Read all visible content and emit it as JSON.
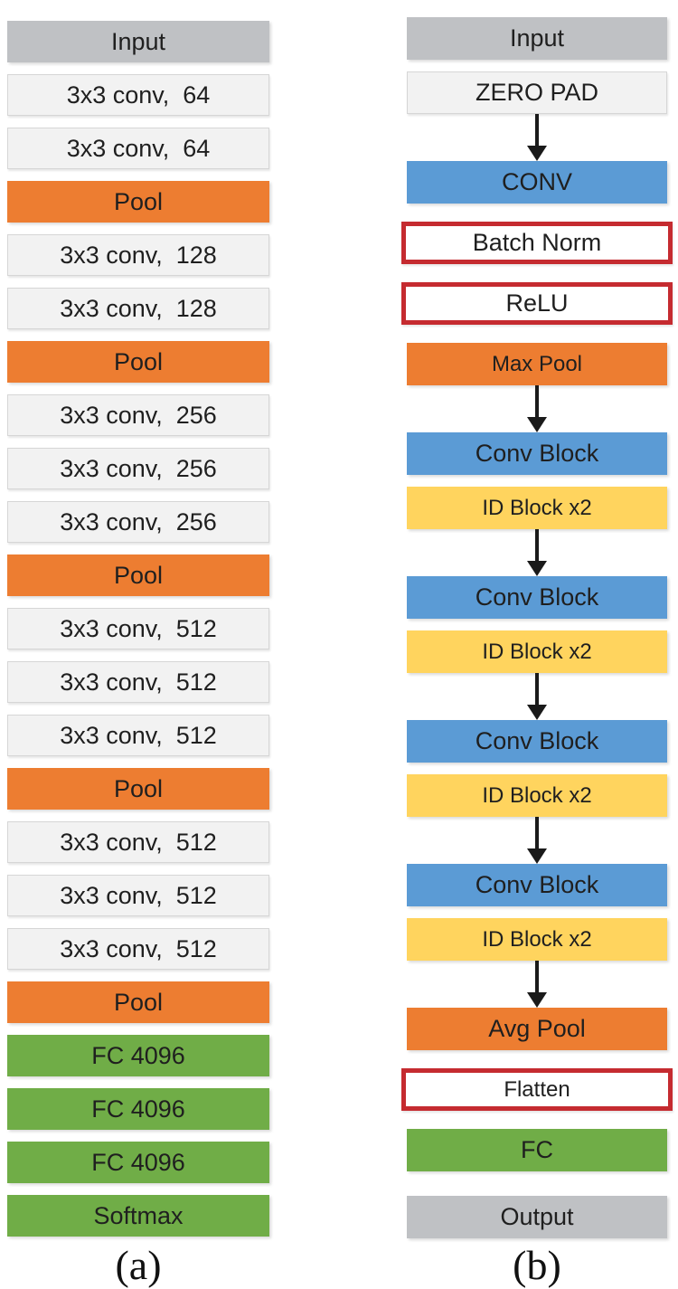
{
  "colors": {
    "background": "#FFFFFF",
    "text_color": "#1F1F1F",
    "gray_block": "#BFC1C4",
    "light_block_bg": "#F2F2F2",
    "light_block_border": "#D6D6D6",
    "orange_block": "#ED7D31",
    "blue_block": "#5B9BD5",
    "yellow_block": "#FFD45E",
    "green_block": "#70AD47",
    "red_outline": "#C52B30",
    "arrow_color": "#1A1A1A"
  },
  "panel_a": {
    "caption": "(a)",
    "blocks": [
      {
        "type": "gray",
        "label": "Input"
      },
      {
        "type": "light",
        "label": "3x3 conv,  64"
      },
      {
        "type": "light",
        "label": "3x3 conv,  64"
      },
      {
        "type": "orange",
        "label": "Pool"
      },
      {
        "type": "light",
        "label": "3x3 conv,  128"
      },
      {
        "type": "light",
        "label": "3x3 conv,  128"
      },
      {
        "type": "orange",
        "label": "Pool"
      },
      {
        "type": "light",
        "label": "3x3 conv,  256"
      },
      {
        "type": "light",
        "label": "3x3 conv,  256"
      },
      {
        "type": "light",
        "label": "3x3 conv,  256"
      },
      {
        "type": "orange",
        "label": "Pool"
      },
      {
        "type": "light",
        "label": "3x3 conv,  512"
      },
      {
        "type": "light",
        "label": "3x3 conv,  512"
      },
      {
        "type": "light",
        "label": "3x3 conv,  512"
      },
      {
        "type": "orange",
        "label": "Pool"
      },
      {
        "type": "light",
        "label": "3x3 conv,  512"
      },
      {
        "type": "light",
        "label": "3x3 conv,  512"
      },
      {
        "type": "light",
        "label": "3x3 conv,  512"
      },
      {
        "type": "orange",
        "label": "Pool"
      },
      {
        "type": "green",
        "label": "FC 4096"
      },
      {
        "type": "green",
        "label": "FC 4096"
      },
      {
        "type": "green",
        "label": "FC 4096"
      },
      {
        "type": "green",
        "label": "Softmax"
      }
    ]
  },
  "panel_b": {
    "caption": "(b)",
    "blocks": [
      {
        "type": "gray",
        "label": "Input"
      },
      {
        "type": "light",
        "label": "ZERO PAD"
      },
      {
        "type": "arrow"
      },
      {
        "type": "blue",
        "label": "CONV"
      },
      {
        "type": "red",
        "label": "Batch Norm"
      },
      {
        "type": "red",
        "label": "ReLU"
      },
      {
        "type": "orange",
        "label": "Max Pool",
        "small": true
      },
      {
        "type": "arrow"
      },
      {
        "type": "blue",
        "label": "Conv Block"
      },
      {
        "type": "yellow",
        "label": "ID Block x2",
        "small": true
      },
      {
        "type": "arrow"
      },
      {
        "type": "blue",
        "label": "Conv Block"
      },
      {
        "type": "yellow",
        "label": "ID Block x2",
        "small": true
      },
      {
        "type": "arrow"
      },
      {
        "type": "blue",
        "label": "Conv Block"
      },
      {
        "type": "yellow",
        "label": "ID Block x2",
        "small": true
      },
      {
        "type": "arrow"
      },
      {
        "type": "blue",
        "label": "Conv Block"
      },
      {
        "type": "yellow",
        "label": "ID Block x2",
        "small": true
      },
      {
        "type": "arrow"
      },
      {
        "type": "orange",
        "label": "Avg Pool"
      },
      {
        "type": "red",
        "label": "Flatten",
        "small": true
      },
      {
        "type": "green",
        "label": "FC"
      },
      {
        "type": "gray",
        "label": "Output"
      }
    ]
  }
}
